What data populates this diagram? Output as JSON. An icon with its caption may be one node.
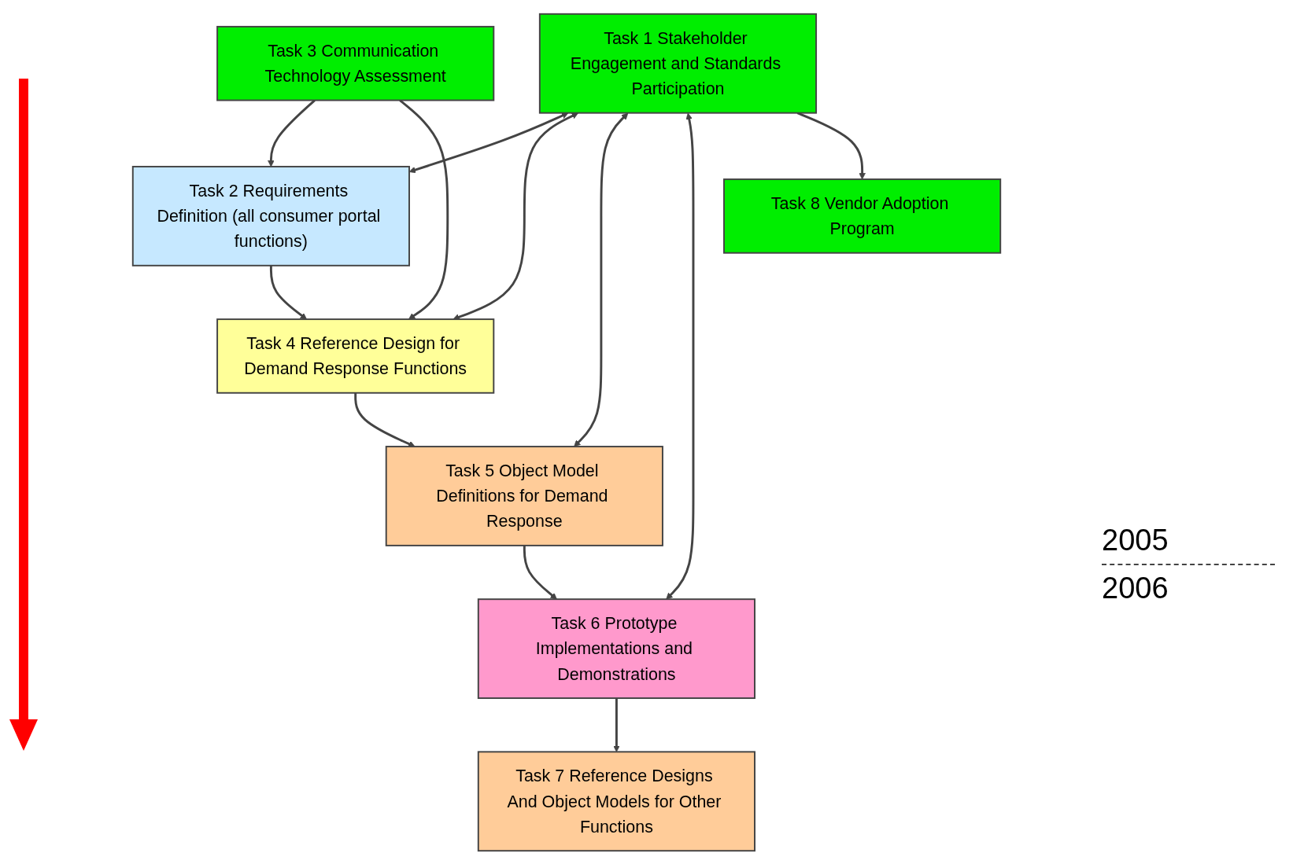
{
  "diagram": {
    "nodes": [
      {
        "text": [
          "Task 1 Stakeholder Engagement and Standards Participation"
        ]
      },
      {
        "text": [
          "Task 2 Requirements Definition (all consumer portal functions)"
        ]
      },
      {
        "text": [
          "Task 3 Communication Technology Assessment"
        ]
      },
      {
        "text": [
          "Task 4 Reference Design for Demand Response Functions"
        ]
      },
      {
        "text": [
          "Task 5 Object Model Definitions for Demand Response"
        ]
      },
      {
        "text": [
          "Task 6 Prototype Implementations and Demonstrations"
        ]
      },
      {
        "text": [
          "Task 8 Vendor Adoption Program"
        ]
      },
      {
        "text": [
          "Task 7 Reference Designs And Object Models for Other Functions"
        ]
      }
    ],
    "edges": [
      {
        "from": 0,
        "to": 1,
        "arrow": "both"
      },
      {
        "from": 2,
        "to": 1,
        "arrow": "to"
      },
      {
        "from": 1,
        "to": 3,
        "arrow": "to"
      },
      {
        "from": 0,
        "to": 3,
        "arrow": "both"
      },
      {
        "from": 2,
        "to": 3,
        "arrow": "to"
      },
      {
        "from": 3,
        "to": 4,
        "arrow": "to"
      },
      {
        "from": 0,
        "to": 4,
        "arrow": "both"
      },
      {
        "from": 4,
        "to": 5,
        "arrow": "to"
      },
      {
        "from": 0,
        "to": 5,
        "arrow": "both"
      },
      {
        "from": 0,
        "to": 6,
        "arrow": "to"
      },
      {
        "from": 5,
        "to": 7,
        "arrow": "to"
      }
    ],
    "labels": [
      "2005",
      "2006"
    ]
  }
}
